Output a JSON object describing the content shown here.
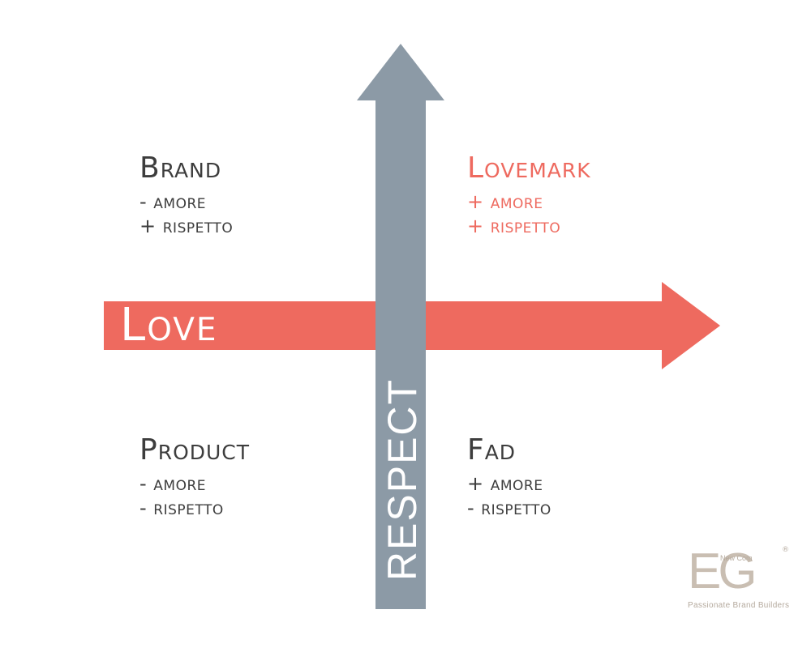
{
  "colors": {
    "love": "#ee6a5f",
    "respect": "#8c9aa6",
    "text_dark": "#3d3d3d",
    "logo": "#c9beb2"
  },
  "axes": {
    "love_label": "Love",
    "respect_label": "RESPECT"
  },
  "quadrants": {
    "brand": {
      "title": "Brand",
      "love_line": "- amore",
      "respect_line": "+ rispetto"
    },
    "lovemark": {
      "title": "Lovemark",
      "love_line": "+ amore",
      "respect_line": "+ rispetto"
    },
    "product": {
      "title": "Product",
      "love_line": "- amore",
      "respect_line": "- rispetto"
    },
    "fad": {
      "title": "Fad",
      "love_line": "+ amore",
      "respect_line": "- rispetto"
    }
  },
  "logo": {
    "mark": "EG",
    "sub": "New Com",
    "registered": "®",
    "tagline": "Passionate Brand Builders"
  }
}
